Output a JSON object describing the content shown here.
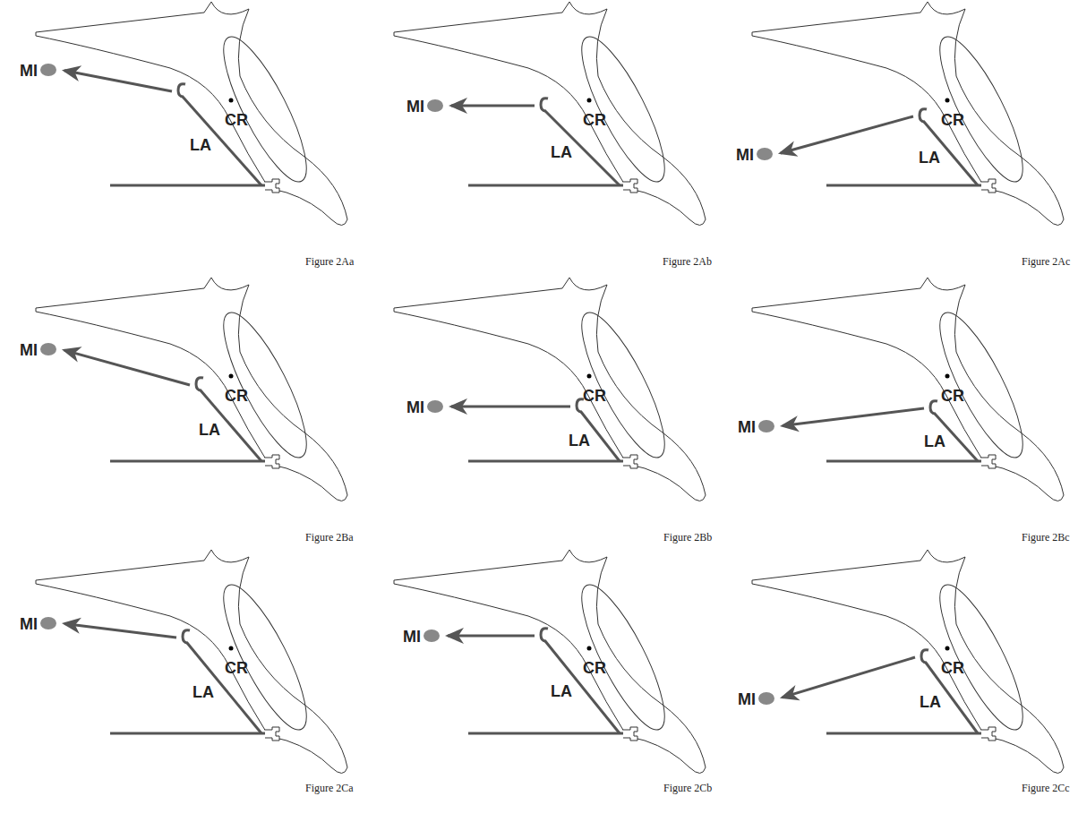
{
  "diagram": {
    "labels": [
      "MI",
      "CR",
      "LA",
      "Figure 2Aa",
      "MI",
      "CR",
      "LA",
      "Figure 2Ab",
      "MI",
      "CR",
      "LA",
      "Figure 2Ac",
      "MI",
      "CR",
      "LA",
      "Figure 2Ba",
      "MI",
      "CR",
      "LA",
      "Figure 2Bb",
      "MI",
      "CR",
      "LA",
      "Figure 2Bc",
      "MI",
      "CR",
      "LA",
      "Figure 2Ca",
      "MI",
      "CR",
      "LA",
      "Figure 2Cb",
      "MI",
      "CR",
      "LA",
      "Figure 2Cc"
    ]
  }
}
